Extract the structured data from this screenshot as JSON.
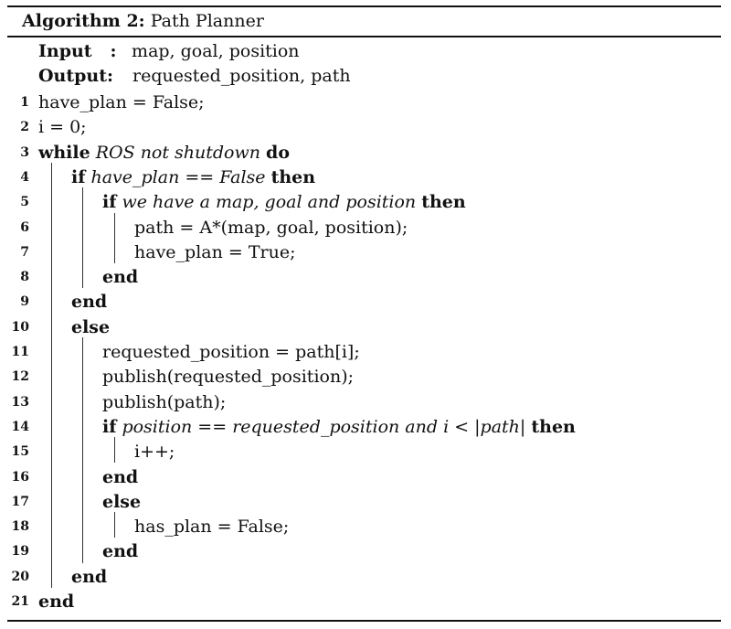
{
  "algorithm": {
    "caption_label": "Algorithm 2:",
    "caption_title": "Path Planner",
    "input_label": "Input",
    "input_sep": ":",
    "input_value": "map, goal, position",
    "output_label": "Output:",
    "output_value": "requested_position, path"
  },
  "lines": [
    {
      "num": "1",
      "indent": 0,
      "segments": [
        {
          "t": "have_plan = False;",
          "s": "n"
        }
      ]
    },
    {
      "num": "2",
      "indent": 0,
      "segments": [
        {
          "t": "i = 0;",
          "s": "n"
        }
      ]
    },
    {
      "num": "3",
      "indent": 0,
      "segments": [
        {
          "t": "while",
          "s": "b"
        },
        {
          "t": " ",
          "s": "n"
        },
        {
          "t": "ROS not shutdown",
          "s": "i"
        },
        {
          "t": " ",
          "s": "n"
        },
        {
          "t": "do",
          "s": "b"
        }
      ]
    },
    {
      "num": "4",
      "indent": 1,
      "segments": [
        {
          "t": "if",
          "s": "b"
        },
        {
          "t": " ",
          "s": "n"
        },
        {
          "t": "have_plan == False",
          "s": "i"
        },
        {
          "t": " ",
          "s": "n"
        },
        {
          "t": "then",
          "s": "b"
        }
      ]
    },
    {
      "num": "5",
      "indent": 2,
      "segments": [
        {
          "t": "if",
          "s": "b"
        },
        {
          "t": " ",
          "s": "n"
        },
        {
          "t": "we have a map, goal and position",
          "s": "i"
        },
        {
          "t": " ",
          "s": "n"
        },
        {
          "t": "then",
          "s": "b"
        }
      ]
    },
    {
      "num": "6",
      "indent": 3,
      "segments": [
        {
          "t": "path = A*(map, goal, position);",
          "s": "n"
        }
      ]
    },
    {
      "num": "7",
      "indent": 3,
      "segments": [
        {
          "t": "have_plan = True;",
          "s": "n"
        }
      ]
    },
    {
      "num": "8",
      "indent": 2,
      "segments": [
        {
          "t": "end",
          "s": "b"
        }
      ]
    },
    {
      "num": "9",
      "indent": 1,
      "segments": [
        {
          "t": "end",
          "s": "b"
        }
      ]
    },
    {
      "num": "10",
      "indent": 1,
      "segments": [
        {
          "t": "else",
          "s": "b"
        }
      ]
    },
    {
      "num": "11",
      "indent": 2,
      "segments": [
        {
          "t": "requested_position = path[i];",
          "s": "n"
        }
      ]
    },
    {
      "num": "12",
      "indent": 2,
      "segments": [
        {
          "t": "publish(requested_position);",
          "s": "n"
        }
      ]
    },
    {
      "num": "13",
      "indent": 2,
      "segments": [
        {
          "t": "publish(path);",
          "s": "n"
        }
      ]
    },
    {
      "num": "14",
      "indent": 2,
      "segments": [
        {
          "t": "if",
          "s": "b"
        },
        {
          "t": " ",
          "s": "n"
        },
        {
          "t": "position == requested_position and i < |path|",
          "s": "i"
        },
        {
          "t": " ",
          "s": "n"
        },
        {
          "t": "then",
          "s": "b"
        }
      ]
    },
    {
      "num": "15",
      "indent": 3,
      "segments": [
        {
          "t": "i++;",
          "s": "n"
        }
      ]
    },
    {
      "num": "16",
      "indent": 2,
      "segments": [
        {
          "t": "end",
          "s": "b"
        }
      ]
    },
    {
      "num": "17",
      "indent": 2,
      "segments": [
        {
          "t": "else",
          "s": "b"
        }
      ]
    },
    {
      "num": "18",
      "indent": 3,
      "segments": [
        {
          "t": "has_plan = False;",
          "s": "n"
        }
      ]
    },
    {
      "num": "19",
      "indent": 2,
      "segments": [
        {
          "t": "end",
          "s": "b"
        }
      ]
    },
    {
      "num": "20",
      "indent": 1,
      "segments": [
        {
          "t": "end",
          "s": "b"
        }
      ]
    },
    {
      "num": "21",
      "indent": 0,
      "segments": [
        {
          "t": "end",
          "s": "b"
        }
      ]
    }
  ],
  "blocks": [
    {
      "from": "3",
      "to": "21",
      "level": 1
    },
    {
      "from": "4",
      "to": "9",
      "level": 2
    },
    {
      "from": "5",
      "to": "8",
      "level": 3
    },
    {
      "from": "10",
      "to": "20",
      "level": 2
    },
    {
      "from": "14",
      "to": "16",
      "level": 3
    },
    {
      "from": "17",
      "to": "19",
      "level": 3
    }
  ]
}
